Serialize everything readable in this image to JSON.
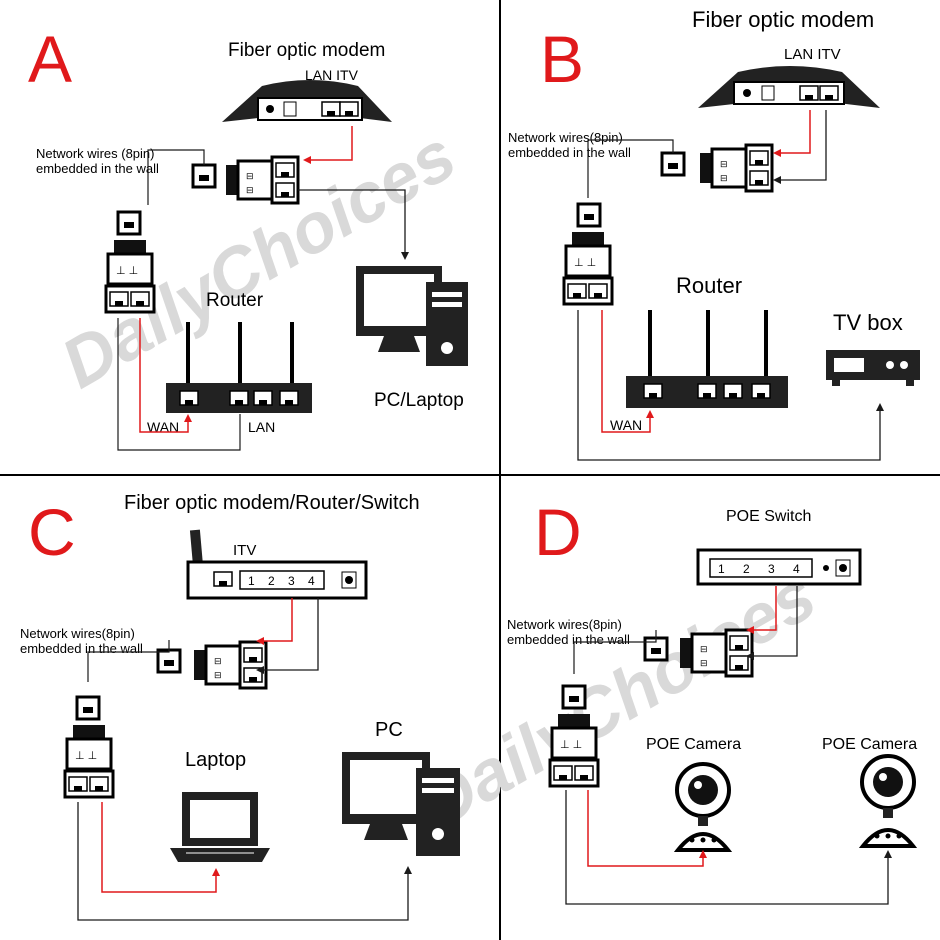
{
  "watermark": "DailyChoices",
  "panels": {
    "A": {
      "letter": "A",
      "modem_label": "Fiber optic modem",
      "ports_label": "LAN ITV",
      "wall_label_1": "Network wires (8pin)",
      "wall_label_2": "embedded in the wall",
      "router_label": "Router",
      "wan_label": "WAN",
      "lan_label": "LAN",
      "pc_label": "PC/Laptop"
    },
    "B": {
      "letter": "B",
      "modem_label": "Fiber optic modem",
      "ports_label": "LAN ITV",
      "wall_label_1": "Network wires(8pin)",
      "wall_label_2": "embedded in the wall",
      "router_label": "Router",
      "wan_label": "WAN",
      "tvbox_label": "TV box"
    },
    "C": {
      "letter": "C",
      "device_label": "Fiber optic modem/Router/Switch",
      "itv_label": "ITV",
      "port_numbers": [
        "1",
        "2",
        "3",
        "4"
      ],
      "wall_label_1": "Network wires(8pin)",
      "wall_label_2": "embedded in the wall",
      "laptop_label": "Laptop",
      "pc_label": "PC"
    },
    "D": {
      "letter": "D",
      "switch_label": "POE Switch",
      "port_numbers": [
        "1",
        "2",
        "3",
        "4"
      ],
      "wall_label_1": "Network wires(8pin)",
      "wall_label_2": "embedded in the wall",
      "camera1_label": "POE Camera",
      "camera2_label": "POE Camera"
    }
  },
  "colors": {
    "accent_red": "#e0191b",
    "line_black": "#1a1a1a",
    "device_dark": "#222222"
  }
}
